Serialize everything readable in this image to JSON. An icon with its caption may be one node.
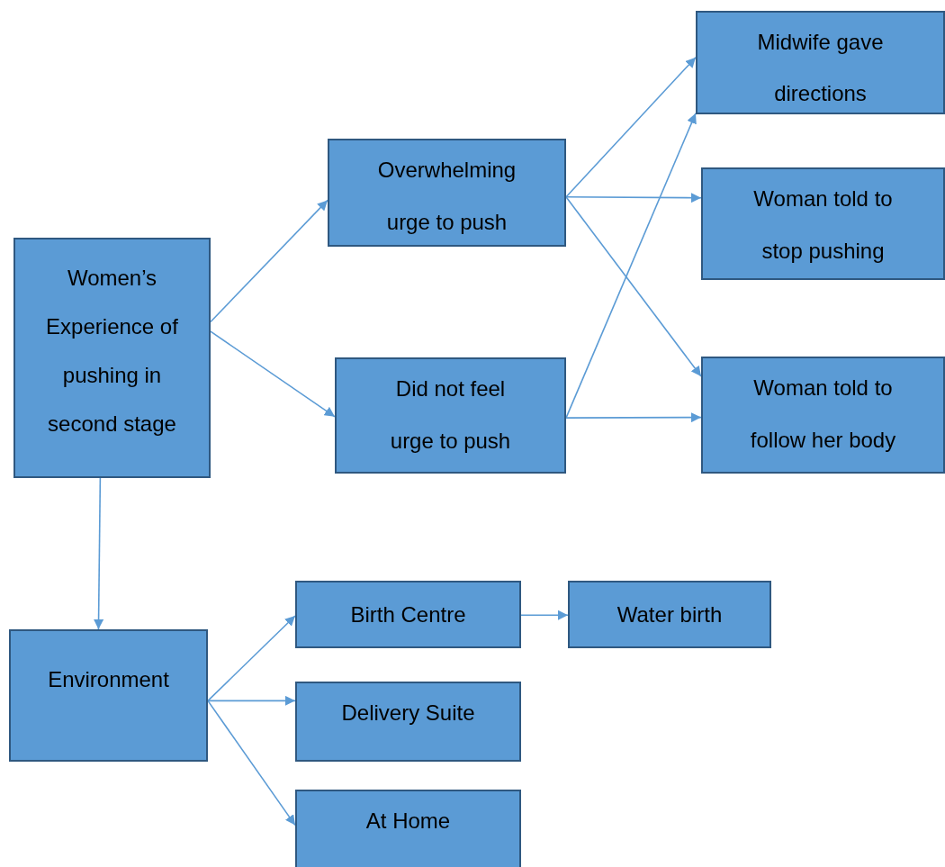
{
  "diagram": {
    "nodes": [
      {
        "text": [
          "Women’s Experience of pushing in second stage"
        ]
      },
      {
        "text": [
          "Overwhelming urge to push"
        ]
      },
      {
        "text": [
          "Did not feel urge to push"
        ]
      },
      {
        "text": [
          "Midwife gave directions"
        ]
      },
      {
        "text": [
          "Woman told to stop pushing"
        ]
      },
      {
        "text": [
          "Woman told to follow her body"
        ]
      },
      {
        "text": [
          "Environment"
        ]
      },
      {
        "text": [
          "Birth Centre"
        ]
      },
      {
        "text": [
          "Water birth"
        ]
      },
      {
        "text": [
          "Delivery Suite"
        ]
      },
      {
        "text": [
          "At Home"
        ]
      }
    ],
    "edges": [
      {
        "from": 0,
        "to": 1,
        "arrow": "to"
      },
      {
        "from": 0,
        "to": 2,
        "arrow": "to"
      },
      {
        "from": 1,
        "to": 3,
        "arrow": "to"
      },
      {
        "from": 1,
        "to": 4,
        "arrow": "to"
      },
      {
        "from": 1,
        "to": 5,
        "arrow": "to"
      },
      {
        "from": 2,
        "to": 3,
        "arrow": "to"
      },
      {
        "from": 2,
        "to": 5,
        "arrow": "to"
      },
      {
        "from": 0,
        "to": 6,
        "arrow": "to"
      },
      {
        "from": 6,
        "to": 7,
        "arrow": "to"
      },
      {
        "from": 6,
        "to": 9,
        "arrow": "to"
      },
      {
        "from": 6,
        "to": 10,
        "arrow": "to"
      },
      {
        "from": 7,
        "to": 8,
        "arrow": "to"
      }
    ]
  }
}
